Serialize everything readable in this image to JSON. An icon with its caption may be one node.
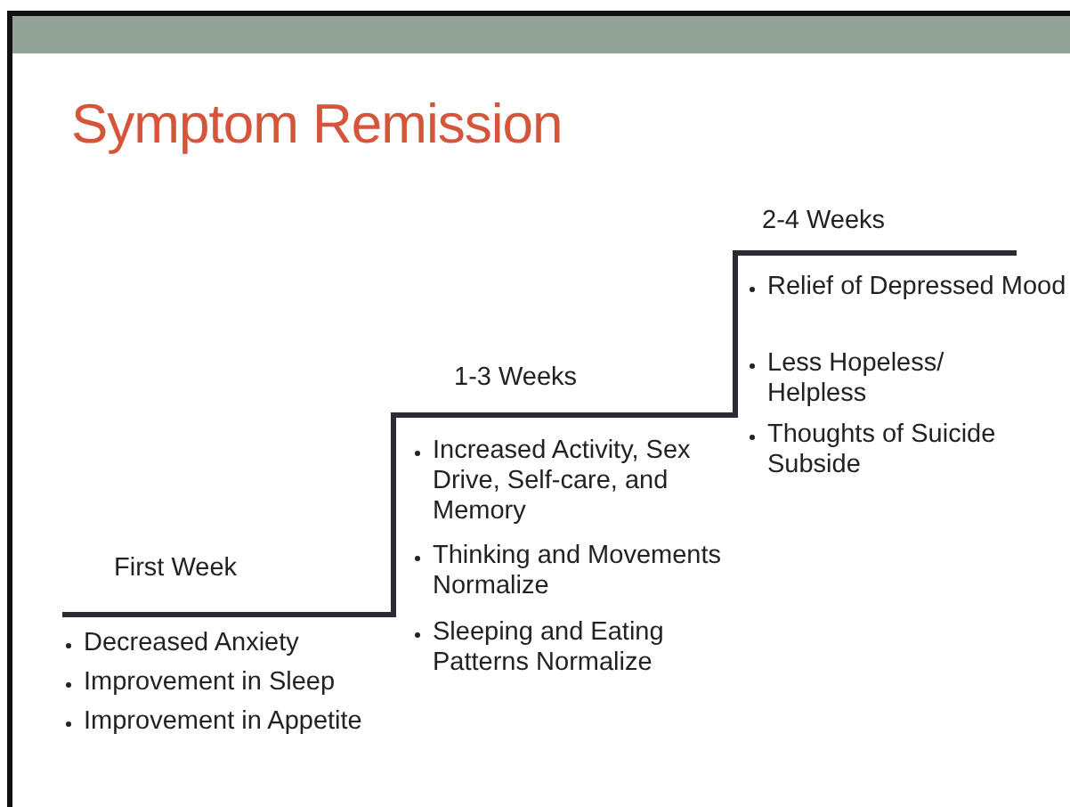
{
  "diagram": {
    "title": "Symptom Remission",
    "labels": [
      "2-4 Weeks",
      "Relief of Depressed Mood",
      "Less Hopeless/ Helpless",
      "Thoughts of Suicide Subside",
      "1-3 Weeks",
      "Increased Activity, Sex Drive, Self-care, and Memory",
      "Thinking and Movements Normalize",
      "Sleeping and Eating Patterns Normalize",
      "First Week",
      "Decreased Anxiety",
      "Improvement in Sleep",
      "Improvement in Appetite"
    ]
  }
}
